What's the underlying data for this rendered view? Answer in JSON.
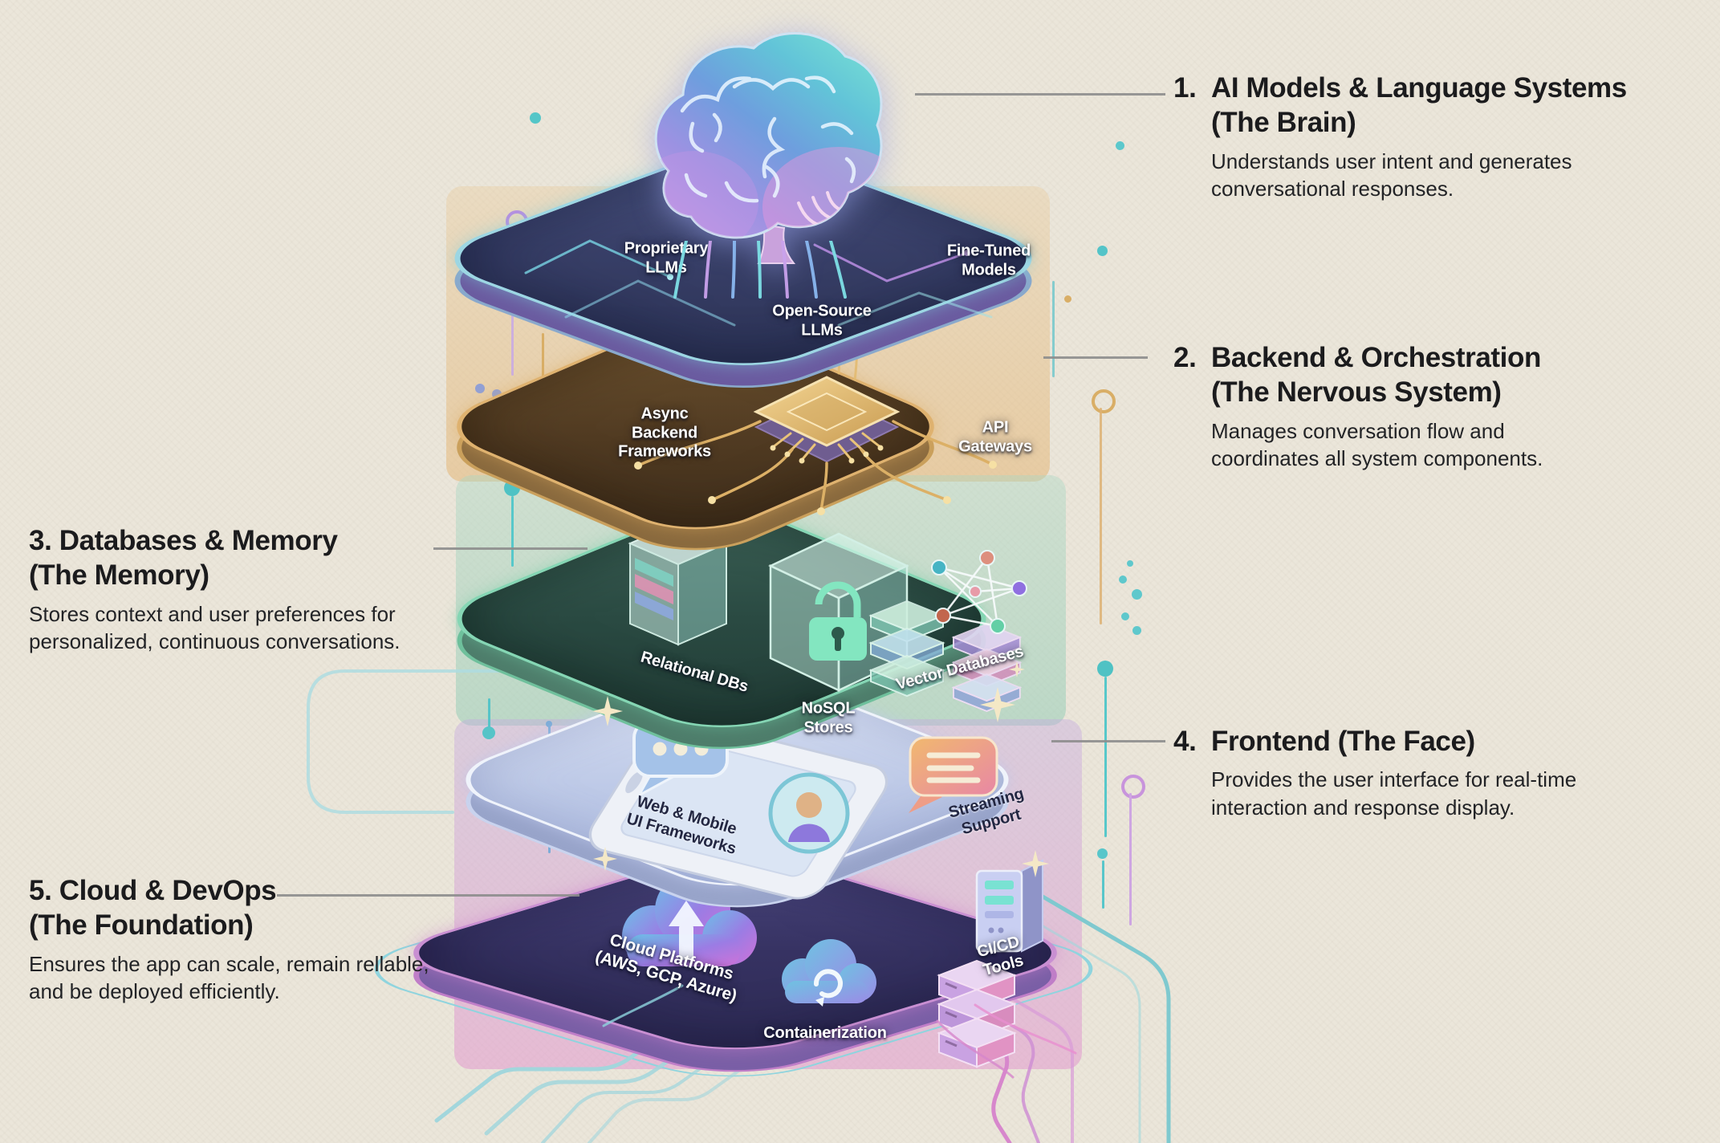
{
  "colors": {
    "background": "#ebe6da",
    "text": "#1b1b1d",
    "layer1_accent": "#9cd6e3",
    "layer2_accent": "#dfb26f",
    "layer3_accent": "#85d6b4",
    "layer4_accent": "#eff3fb",
    "layer5_accent": "#c98fd2",
    "pin_teal": "#54c6c8",
    "pin_purple": "#b78ee0",
    "pin_gold": "#d9ae66",
    "trace_teal": "#a2d6dc",
    "trace_pink": "#d787cc"
  },
  "callouts": [
    {
      "num": "1.",
      "title": "AI Models & Language Systems\n(The Brain)",
      "desc": "Understands user intent and generates\nconversational responses.",
      "side": "right"
    },
    {
      "num": "2.",
      "title": "Backend & Orchestration\n(The Nervous System)",
      "desc": "Manages conversation flow and\ncoordinates all system components.",
      "side": "right"
    },
    {
      "num": "",
      "title": "3. Databases & Memory\n(The Memory)",
      "desc": "Stores context and user preferences for\npersonalized, continuous conversations.",
      "side": "left"
    },
    {
      "num": "4.",
      "title": "Frontend (The Face)",
      "desc": "Provides the user interface for real-time\ninteraction and response display.",
      "side": "right"
    },
    {
      "num": "",
      "title": "5. Cloud & DevOps\n(The Foundation)",
      "desc": "Ensures the app can scale, remain rellable,\nand be deployed efficiently.",
      "side": "left"
    }
  ],
  "stack": {
    "layers": [
      {
        "id": "ai-models",
        "labels": [
          {
            "text": "Proprietary\nLLMs"
          },
          {
            "text": "Fine-Tuned\nModels"
          },
          {
            "text": "Open-Source\nLLMs"
          }
        ]
      },
      {
        "id": "backend",
        "labels": [
          {
            "text": "Async\nBackend\nFrameworks"
          },
          {
            "text": "API\nGateways"
          }
        ]
      },
      {
        "id": "databases",
        "labels": [
          {
            "text": "Relational DBs"
          },
          {
            "text": "NoSQL\nStores"
          },
          {
            "text": "Vector Databases"
          }
        ]
      },
      {
        "id": "frontend",
        "labels": [
          {
            "text": "Web & Mobile\nUI Frameworks"
          },
          {
            "text": "Streaming\nSupport"
          }
        ]
      },
      {
        "id": "cloud-devops",
        "labels": [
          {
            "text": "Cloud Platforms\n(AWS, GCP, Azure)"
          },
          {
            "text": "Containerization"
          },
          {
            "text": "CI/CD\nTools"
          }
        ]
      }
    ]
  },
  "icons": {
    "brain": "brain-icon",
    "chip": "cpu-chip-icon",
    "relational": "relational-db-icon",
    "lock": "lock-cube-icon",
    "nosql": "nosql-cubes-icon",
    "vector": "vector-graph-icon",
    "chat": "chat-bubble-icon",
    "phone": "phone-icon",
    "avatar": "avatar-icon",
    "streaming": "streaming-bubble-icon",
    "cloud_upload": "cloud-upload-icon",
    "containerization": "containerization-cloud-icon",
    "servers": "server-stack-icon",
    "cicd": "cicd-server-icon"
  }
}
